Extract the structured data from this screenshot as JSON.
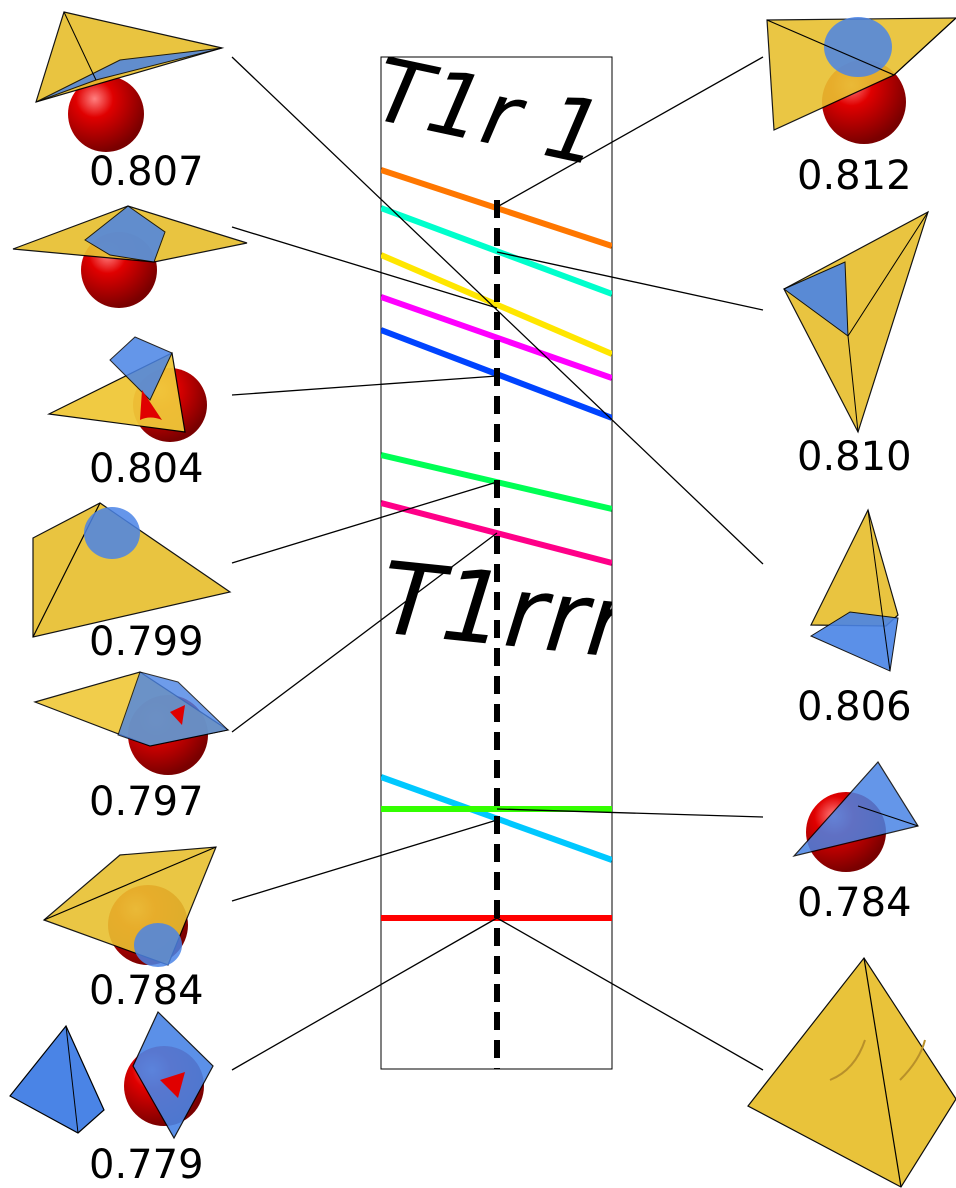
{
  "panel": {
    "top_text": "T1r 1",
    "middle_text": "T1rrr"
  },
  "left_labels": [
    "0.807",
    "0.804",
    "0.799",
    "0.797",
    "0.784",
    "0.779"
  ],
  "right_labels": [
    "0.812",
    "0.810",
    "0.806",
    "0.784"
  ],
  "colors": {
    "orange": "#ff7700",
    "cyan": "#00ffcc",
    "yellow": "#ffe600",
    "magenta": "#ff00ff",
    "blue": "#0044ff",
    "green": "#00ff55",
    "pink": "#ff0088",
    "lime": "#33ff00",
    "sky": "#00c8ff",
    "red": "#ff0000",
    "tetra_gold": "#e8c030",
    "tetra_blue": "#4a84e6",
    "sphere_red": "#d40000"
  }
}
